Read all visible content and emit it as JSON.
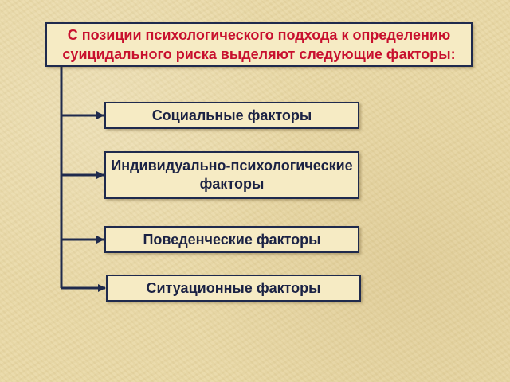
{
  "title": "С позиции психологического подхода к определению суицидального риска выделяют следующие факторы:",
  "factors": [
    "Социальные факторы",
    "Индивидуально-психологические факторы",
    "Поведенческие факторы",
    "Ситуационные факторы"
  ],
  "colors": {
    "background": "#e9d9a6",
    "box_fill": "#f6ebc4",
    "border": "#1f2a4d",
    "title_text": "#c8102e",
    "factor_text": "#1b2244"
  }
}
